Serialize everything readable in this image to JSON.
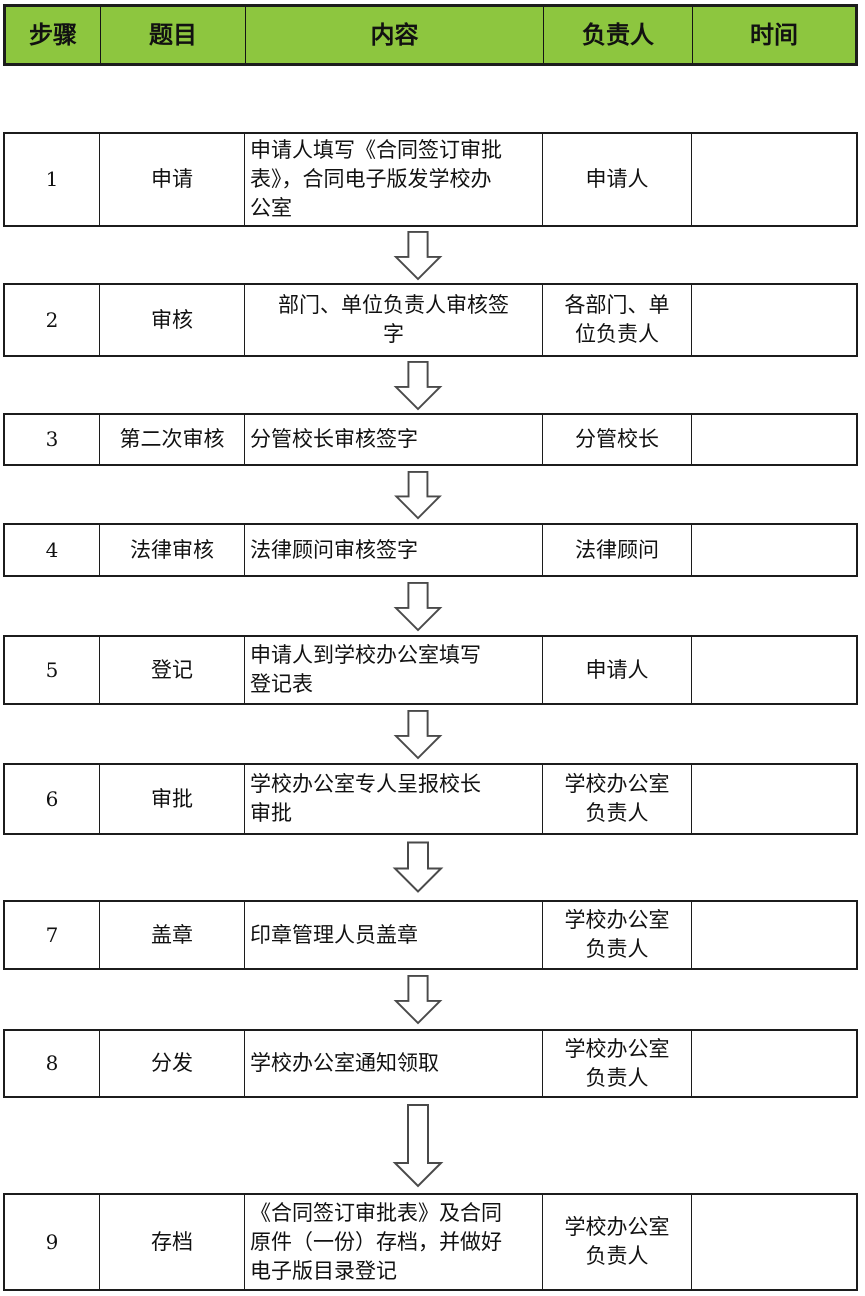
{
  "colors": {
    "header_green": "#8dc63f",
    "table_border": "#1c1c1c",
    "arrow_outline": "#4a4a4a",
    "arrow_fill": "#ffffff",
    "text": "#111111"
  },
  "header": {
    "columns": [
      "步骤",
      "题目",
      "内容",
      "负责人",
      "时间"
    ]
  },
  "rows": [
    {
      "step": "1",
      "title": "申请",
      "content": "申请人填写《合同签订审批\n表》，合同电子版发学校办\n公室",
      "owner": "申请人",
      "time": ""
    },
    {
      "step": "2",
      "title": "审核",
      "content": "部门、单位负责人审核签\n字",
      "owner": "各部门、单\n位负责人",
      "time": ""
    },
    {
      "step": "3",
      "title": "第二次审核",
      "content": "分管校长审核签字",
      "owner": "分管校长",
      "time": ""
    },
    {
      "step": "4",
      "title": "法律审核",
      "content": "法律顾问审核签字",
      "owner": "法律顾问",
      "time": ""
    },
    {
      "step": "5",
      "title": "登记",
      "content": "申请人到学校办公室填写\n登记表",
      "owner": "申请人",
      "time": ""
    },
    {
      "step": "6",
      "title": "审批",
      "content": "学校办公室专人呈报校长\n审批",
      "owner": "学校办公室\n负责人",
      "time": ""
    },
    {
      "step": "7",
      "title": "盖章",
      "content": "印章管理人员盖章",
      "owner": "学校办公室\n负责人",
      "time": ""
    },
    {
      "step": "8",
      "title": "分发",
      "content": "学校办公室通知领取",
      "owner": "学校办公室\n负责人",
      "time": ""
    },
    {
      "step": "9",
      "title": "存档",
      "content": "《合同签订审批表》及合同\n原件（一份）存档，并做好\n电子版目录登记",
      "owner": "学校办公室\n负责人",
      "time": ""
    }
  ]
}
